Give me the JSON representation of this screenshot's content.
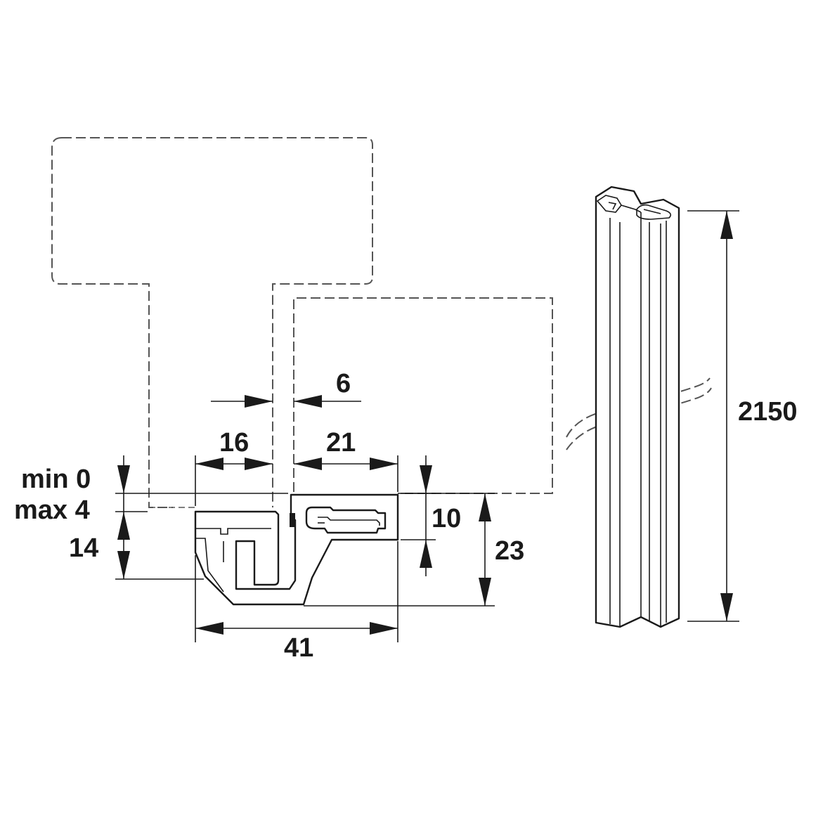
{
  "labels": {
    "gap": "6",
    "left_offset": "16",
    "right_offset": "21",
    "min": "min 0",
    "max": "max 4",
    "height_left": "14",
    "height_inner": "10",
    "height_total": "23",
    "width_total": "41",
    "length": "2150"
  }
}
